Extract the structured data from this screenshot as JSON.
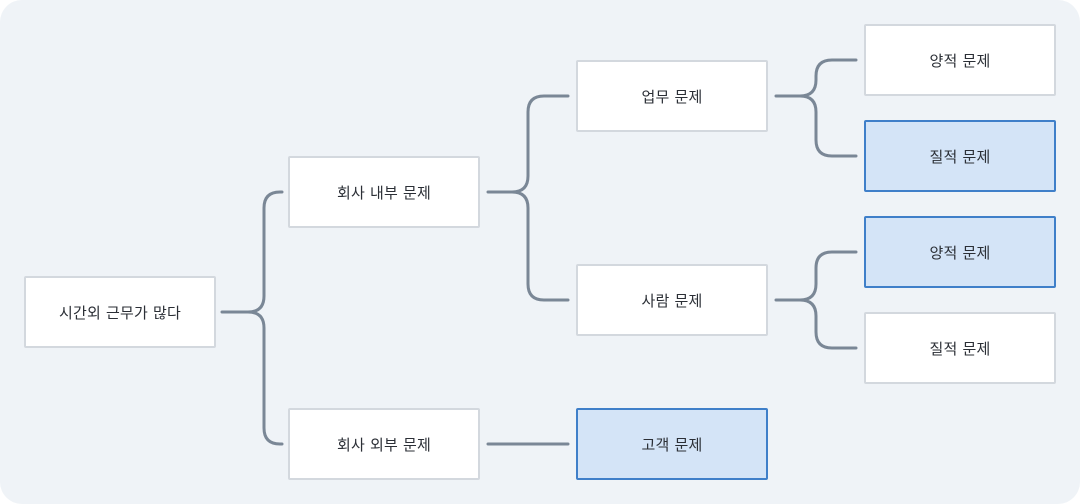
{
  "root": {
    "label": "시간외 근무가 많다"
  },
  "level1": [
    {
      "label": "회사 내부 문제"
    },
    {
      "label": "회사 외부 문제"
    }
  ],
  "level2": [
    {
      "label": "업무 문제"
    },
    {
      "label": "사람 문제"
    },
    {
      "label": "고객 문제",
      "highlighted": true
    }
  ],
  "level3": [
    {
      "label": "양적 문제"
    },
    {
      "label": "질적 문제",
      "highlighted": true
    },
    {
      "label": "양적 문제",
      "highlighted": true
    },
    {
      "label": "질적 문제"
    }
  ],
  "colors": {
    "background": "#eff3f7",
    "node_fill": "#ffffff",
    "node_border": "#d3d8de",
    "highlight_fill": "#d4e4f7",
    "highlight_border": "#3f7fc9",
    "connector": "#7a8796"
  }
}
